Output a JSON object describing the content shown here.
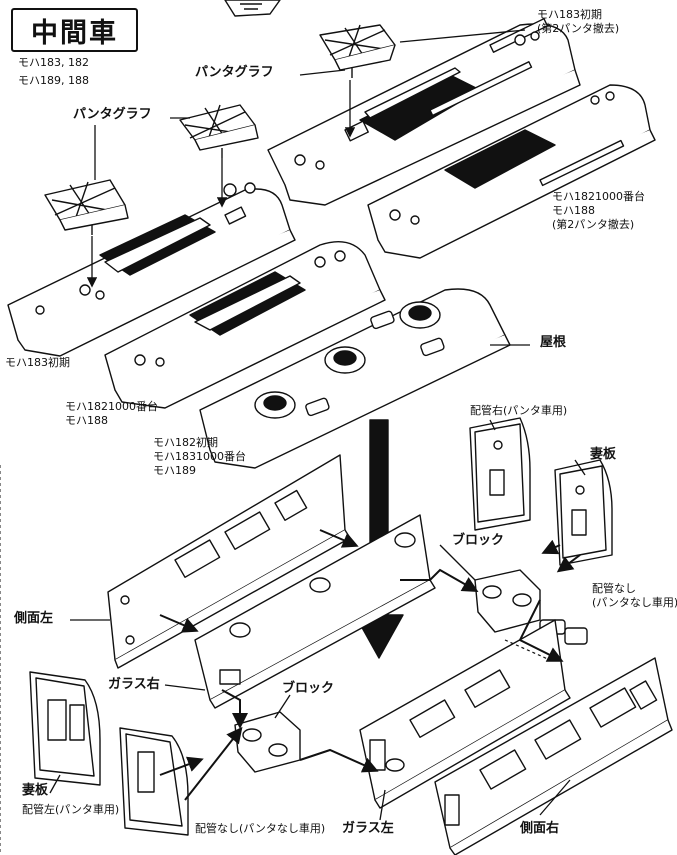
{
  "title": "中間車",
  "title_models": [
    "モハ183, 182",
    "モハ189, 188"
  ],
  "labels": {
    "pantograph_upper": "パンタグラフ",
    "pantograph_lower": "パンタグラフ",
    "moha183_early_no2": [
      "モハ183初期",
      "(第2パンタ撤去)"
    ],
    "moha182_1000_188_no2": [
      "モハ1821000番台",
      "モハ188",
      "(第2パンタ撤去)"
    ],
    "moha183_early": "モハ183初期",
    "moha182_1000_188": [
      "モハ1821000番台",
      "モハ188"
    ],
    "roof": "屋根",
    "moha_group": [
      "モハ182初期",
      "モハ1831000番台",
      "モハ189"
    ],
    "piping_right_panta": "配管右(パンタ車用)",
    "end_plate_right": "妻板",
    "block_right": "ブロック",
    "no_piping_right": [
      "配管なし",
      "(パンタなし車用)"
    ],
    "side_left": "側面左",
    "glass_right": "ガラス右",
    "block_left": "ブロック",
    "end_plate_left": "妻板",
    "piping_left_panta": "配管左(パンタ車用)",
    "no_piping_left": "配管なし(パンタなし車用)",
    "glass_left": "ガラス左",
    "side_right": "側面右"
  }
}
